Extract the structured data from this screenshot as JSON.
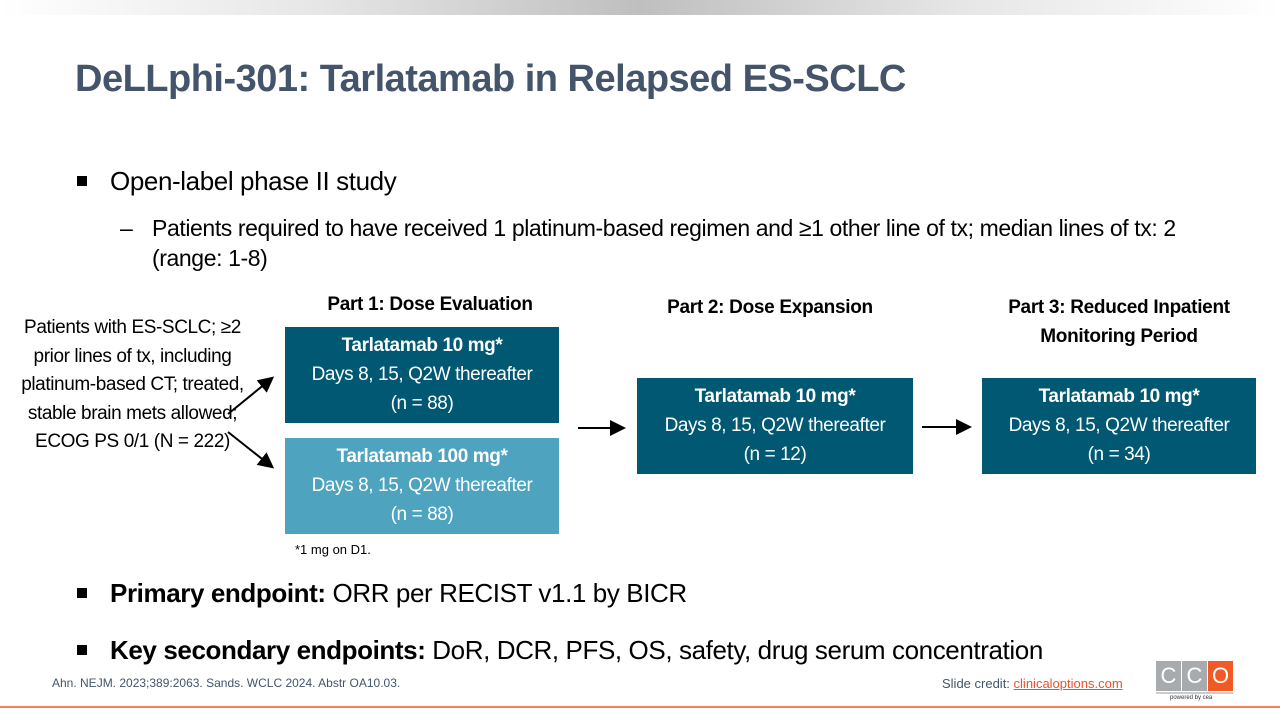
{
  "title": "DeLLphi-301: Tarlatamab in Relapsed ES-SCLC",
  "bullet1": "Open-label phase II study",
  "sub_bullet_dash": "–",
  "sub_bullet": "Patients required to have received 1 platinum-based regimen and ≥1 other line of tx; median lines of tx: 2 (range: 1-8)",
  "eligibility": "Patients with ES-SCLC; ≥2 prior lines of tx, including platinum-based CT; treated, stable brain mets allowed; ECOG PS 0/1 (N = 222)",
  "part1": {
    "header": "Part 1: Dose Evaluation",
    "arm_a": {
      "name": "Tarlatamab 10 mg*",
      "schedule": "Days 8, 15, Q2W thereafter",
      "n": "(n = 88)"
    },
    "arm_b": {
      "name": "Tarlatamab 100 mg*",
      "schedule": "Days 8, 15, Q2W thereafter",
      "n": "(n = 88)"
    },
    "footnote": "*1 mg on D1."
  },
  "part2": {
    "header": "Part 2: Dose Expansion",
    "arm": {
      "name": "Tarlatamab 10 mg*",
      "schedule": "Days 8, 15, Q2W thereafter",
      "n": "(n = 12)"
    }
  },
  "part3": {
    "header": "Part 3: Reduced Inpatient Monitoring Period",
    "arm": {
      "name": "Tarlatamab 10 mg*",
      "schedule": "Days 8, 15, Q2W thereafter",
      "n": "(n = 34)"
    }
  },
  "primary": {
    "label": "Primary endpoint:",
    "text": " ORR per RECIST v1.1 by BICR"
  },
  "secondary": {
    "label": "Key secondary endpoints:",
    "text": " DoR, DCR, PFS, OS, safety, drug serum concentration"
  },
  "citation": "Ahn. NEJM. 2023;389:2063. Sands. WCLC 2024. Abstr OA10.03.",
  "credit": {
    "label": "Slide credit: ",
    "link": "clinicaloptions.com"
  },
  "logo": {
    "letters": [
      "C",
      "C",
      "O"
    ],
    "tagline": "powered by cea"
  },
  "colors": {
    "title": "#44546a",
    "dark_box": "#005872",
    "light_box": "#4ea3bf",
    "accent": "#f15a24"
  }
}
